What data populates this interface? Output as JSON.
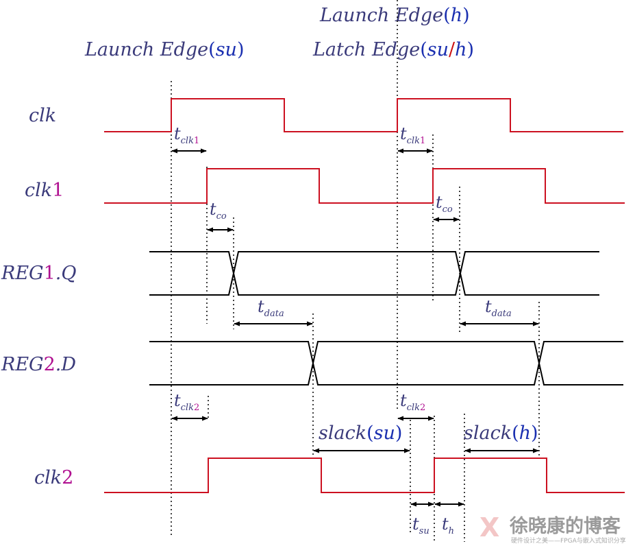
{
  "edges": {
    "launch_h": {
      "text": "Launch Edge",
      "open": "(",
      "tag": "h",
      "close": ")"
    },
    "launch_su": {
      "text": "Launch Edge",
      "open": "(",
      "tag": "su",
      "close": ")"
    },
    "latch": {
      "text": "Latch Edge",
      "open": "(",
      "tag1": "su",
      "slash": "/",
      "tag2": "h",
      "close": ")"
    }
  },
  "signals": {
    "clk": {
      "base": "clk",
      "num": ""
    },
    "clk1": {
      "base": "clk",
      "num": "1"
    },
    "reg1q": {
      "pre": "REG",
      "num": "1",
      "post": ".Q"
    },
    "reg2d": {
      "pre": "REG",
      "num": "2",
      "post": ".D"
    },
    "clk2": {
      "base": "clk",
      "num": "2"
    }
  },
  "timing": {
    "tclk1": {
      "t": "t",
      "sub": "clk",
      "num": "1"
    },
    "tclk2": {
      "t": "t",
      "sub": "clk",
      "num": "2"
    },
    "tco": {
      "t": "t",
      "sub": "co"
    },
    "tdata": {
      "t": "t",
      "sub": "data"
    },
    "tsu": {
      "t": "t",
      "sub": "su"
    },
    "th": {
      "t": "t",
      "sub": "h"
    },
    "slack_su": {
      "text": "slack",
      "open": "(",
      "tag": "su",
      "close": ")"
    },
    "slack_h": {
      "text": "slack",
      "open": "(",
      "tag": "h",
      "close": ")"
    }
  },
  "watermark": {
    "logo": "X",
    "title": "徐晓康的博客",
    "subtitle": "硬件设计之美——FPGA与嵌入式知识分享"
  }
}
